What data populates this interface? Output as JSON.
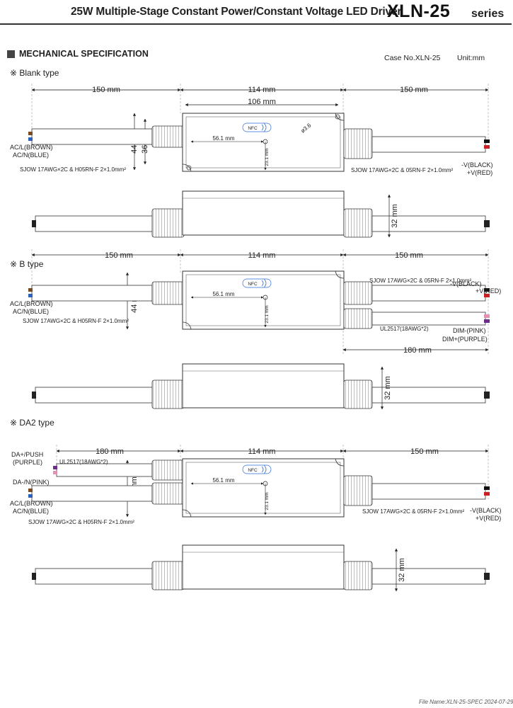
{
  "header": {
    "title": "25W Multiple-Stage Constant Power/Constant Voltage LED Driver",
    "model": "XLN-25",
    "series": "series"
  },
  "section": {
    "title": "MECHANICAL SPECIFICATION",
    "case_no": "Case No.XLN-25",
    "unit": "Unit:mm"
  },
  "blank": {
    "label": "※ Blank type",
    "dim_left": "150 mm",
    "dim_body": "114 mm",
    "dim_inner": "106 mm",
    "dim_right": "150 mm",
    "dim_height": "44 mm",
    "dim_inner_height": "36 mm",
    "dim_center": "56.1 mm",
    "dim_vertical": "23.1 mm",
    "dim_hole": "ø3.6",
    "nfc": "NFC",
    "input_l": "AC/L(BROWN)",
    "input_n": "AC/N(BLUE)",
    "input_cable": "SJOW 17AWG×2C & H05RN-F  2×1.0mm²",
    "output_cable": "SJOW 17AWG×2C & 05RN-F 2×1.0mm²",
    "output_neg": "-V(BLACK)",
    "output_pos": "+V(RED)",
    "side_height": "32 mm"
  },
  "btype": {
    "label": "※ B type",
    "dim_left": "150 mm",
    "dim_body": "114 mm",
    "dim_right": "150 mm",
    "dim_height": "44 mm",
    "dim_center": "56.1 mm",
    "dim_vertical": "23.1 mm",
    "nfc": "NFC",
    "output_cable": "SJOW 17AWG×2C & 05RN-F 2×1.0mm²",
    "output_neg": "-V(BLACK)",
    "output_pos": "+V(RED)",
    "input_l": "AC/L(BROWN)",
    "input_n": "AC/N(BLUE)",
    "input_cable": "SJOW 17AWG×2C & H05RN-F  2×1.0mm²",
    "dim_cable": "UL2517(18AWG*2)",
    "dim_neg": "DIM-(PINK)",
    "dim_pos": "DIM+(PURPLE)",
    "dim_dim_len": "180 mm",
    "side_height": "32 mm"
  },
  "da2": {
    "label": "※ DA2 type",
    "da_pos": "DA+/PUSH",
    "da_pos_color": "(PURPLE)",
    "da_cable": "UL2517(18AWG*2)",
    "dim_left": "180 mm",
    "dim_body": "114 mm",
    "dim_right": "150 mm",
    "da_neg": "DA-/N(PINK)",
    "dim_height": "44 mm",
    "dim_center": "56.1 mm",
    "dim_vertical": "23.1 mm",
    "nfc": "NFC",
    "input_l": "AC/L(BROWN)",
    "input_n": "AC/N(BLUE)",
    "input_cable": "SJOW 17AWG×2C & H05RN-F  2×1.0mm²",
    "output_cable": "SJOW 17AWG×2C & 05RN-F 2×1.0mm²",
    "output_neg": "-V(BLACK)",
    "output_pos": "+V(RED)",
    "side_height": "32 mm"
  },
  "footer": "File Name:XLN-25-SPEC   2024-07-29",
  "colors": {
    "brown": "#7a4a22",
    "blue": "#2a63b8",
    "red": "#cc1f1f",
    "black": "#111111",
    "pink": "#e48fb4",
    "purple": "#6b2d8a",
    "nfc_blue": "#2f6fd8"
  }
}
